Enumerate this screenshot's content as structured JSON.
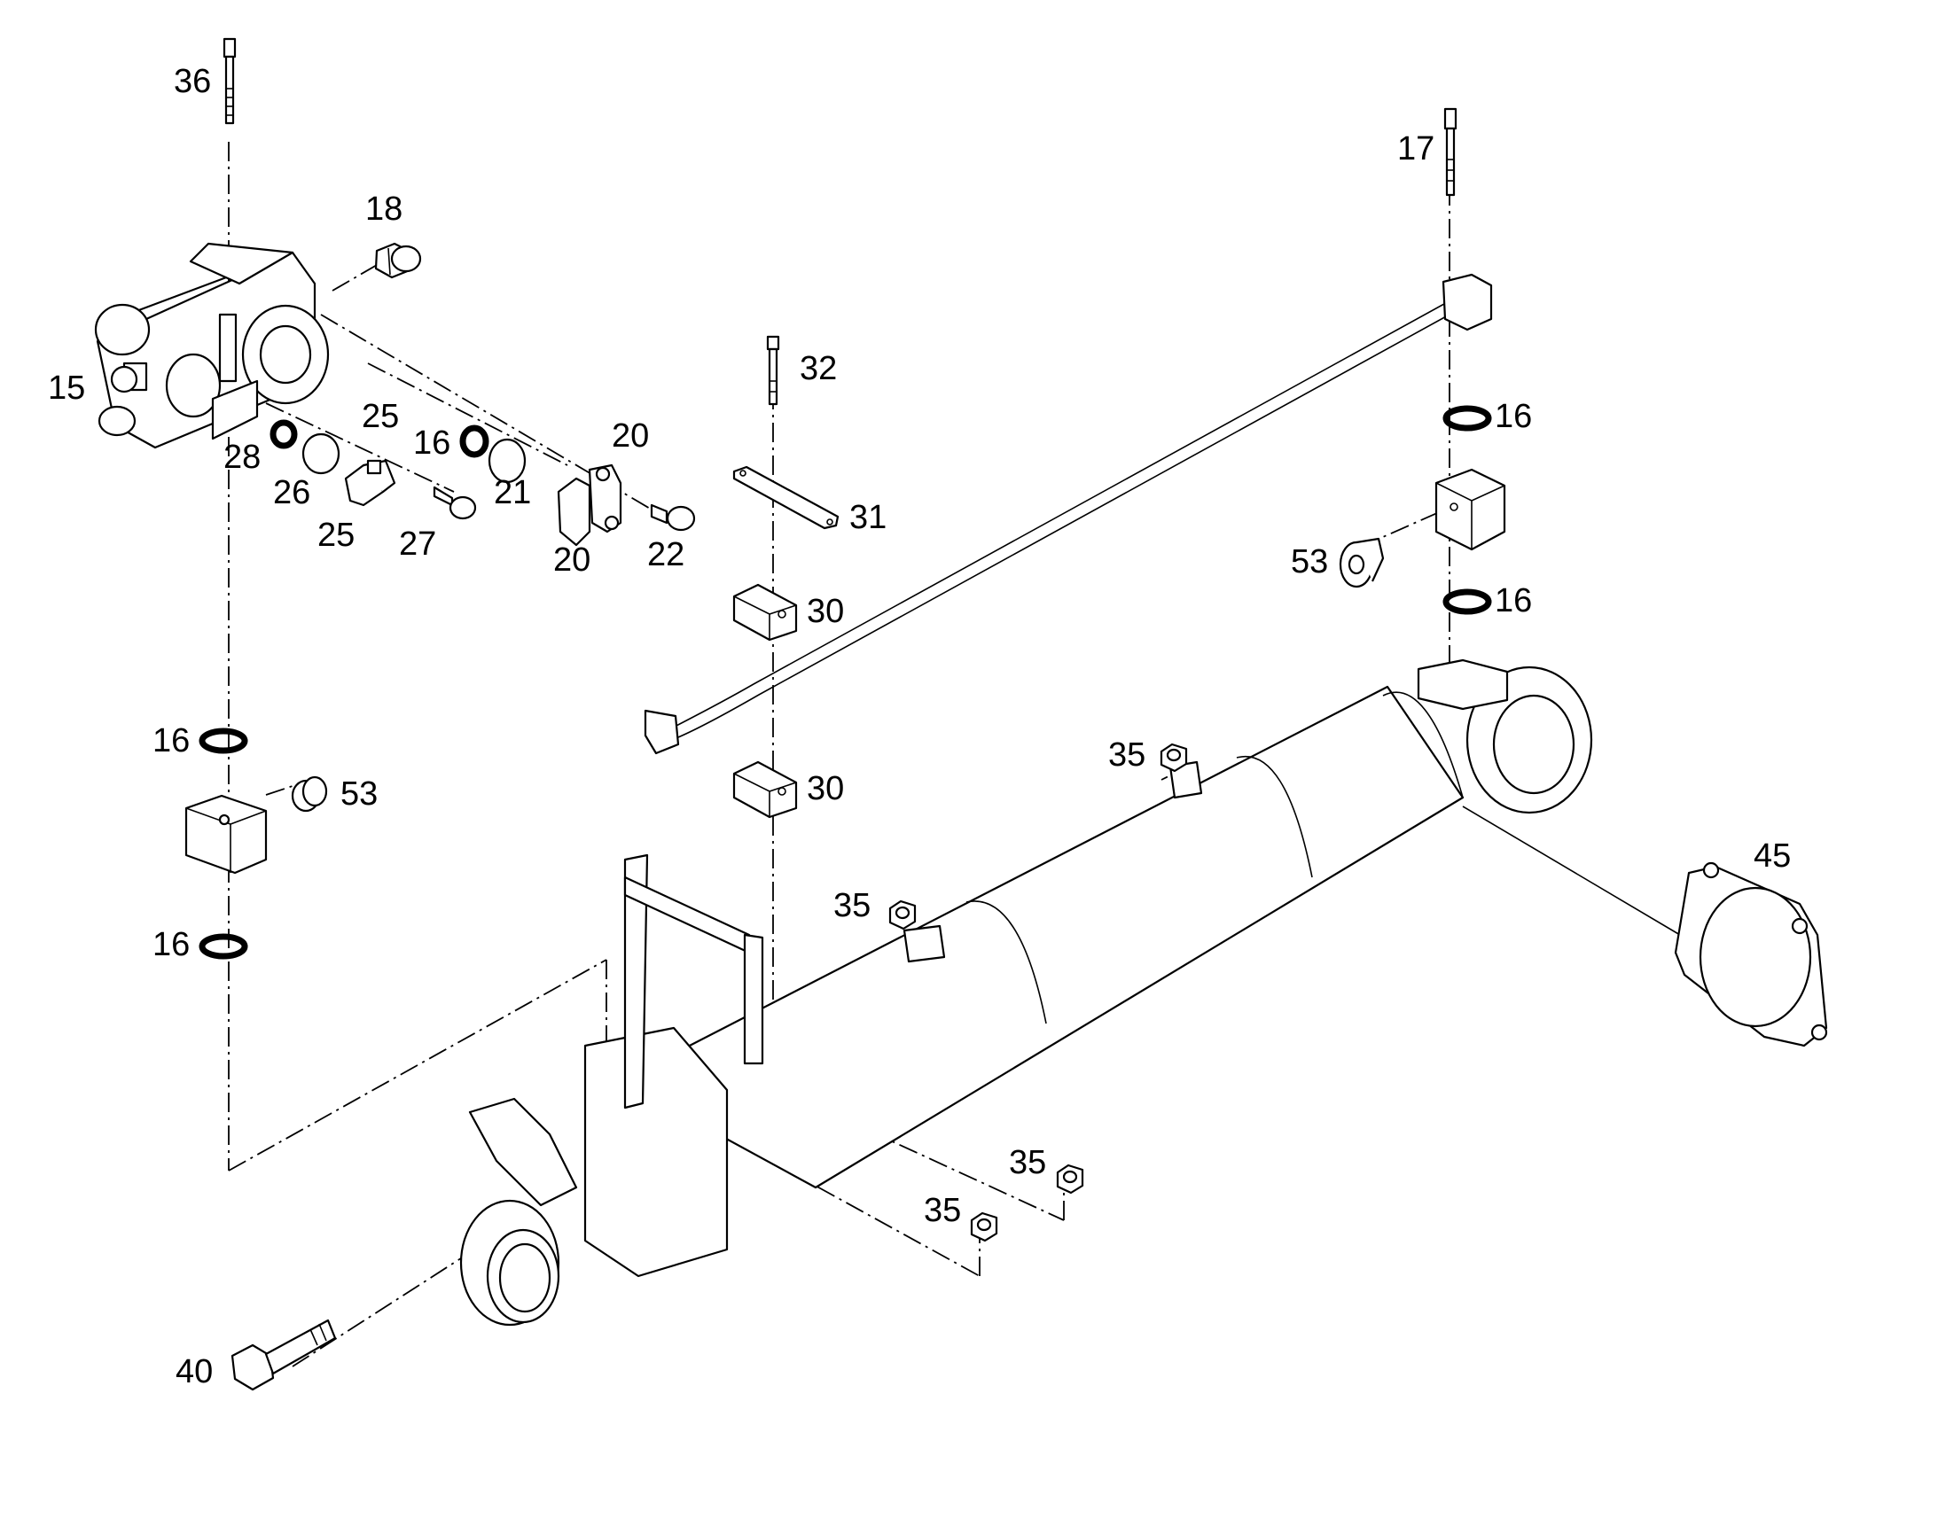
{
  "diagram": {
    "callouts": [
      {
        "id": "c36",
        "text": "36"
      },
      {
        "id": "c18",
        "text": "18"
      },
      {
        "id": "c15",
        "text": "15"
      },
      {
        "id": "c28",
        "text": "28"
      },
      {
        "id": "c25a",
        "text": "25"
      },
      {
        "id": "c16a",
        "text": "16"
      },
      {
        "id": "c20a",
        "text": "20"
      },
      {
        "id": "c26",
        "text": "26"
      },
      {
        "id": "c21",
        "text": "21"
      },
      {
        "id": "c25b",
        "text": "25"
      },
      {
        "id": "c27",
        "text": "27"
      },
      {
        "id": "c20b",
        "text": "20"
      },
      {
        "id": "c22",
        "text": "22"
      },
      {
        "id": "c32",
        "text": "32"
      },
      {
        "id": "c31",
        "text": "31"
      },
      {
        "id": "c30a",
        "text": "30"
      },
      {
        "id": "c30b",
        "text": "30"
      },
      {
        "id": "c17",
        "text": "17"
      },
      {
        "id": "c16b",
        "text": "16"
      },
      {
        "id": "c53a",
        "text": "53"
      },
      {
        "id": "c16c",
        "text": "16"
      },
      {
        "id": "c16d",
        "text": "16"
      },
      {
        "id": "c53b",
        "text": "53"
      },
      {
        "id": "c16e",
        "text": "16"
      },
      {
        "id": "c35a",
        "text": "35"
      },
      {
        "id": "c35b",
        "text": "35"
      },
      {
        "id": "c35c",
        "text": "35"
      },
      {
        "id": "c35d",
        "text": "35"
      },
      {
        "id": "c45",
        "text": "45"
      },
      {
        "id": "c40",
        "text": "40"
      }
    ]
  }
}
